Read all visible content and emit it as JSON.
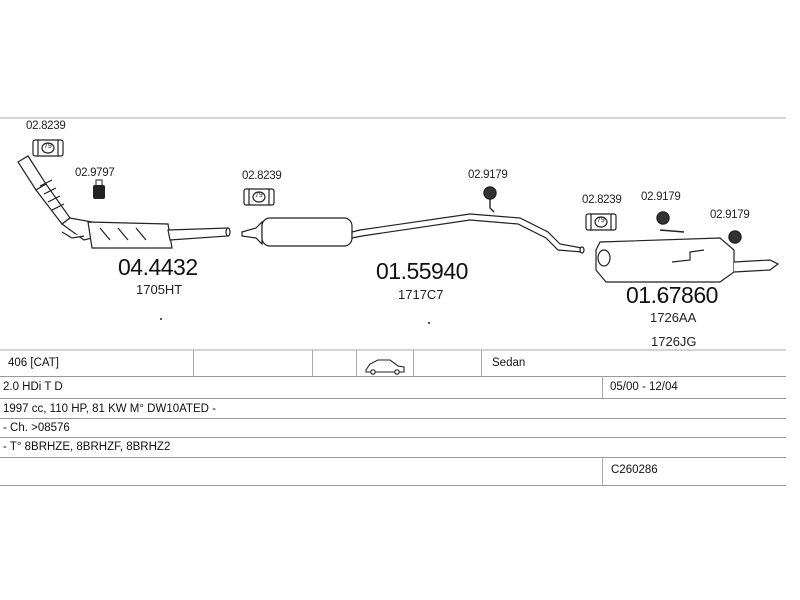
{
  "parts": {
    "clamp_1": "02.8239",
    "clamp_1_badge": "79",
    "hanger_1": "02.9797",
    "catalyst": "04.4432",
    "catalyst_sub": "1705HT",
    "clamp_2": "02.8239",
    "clamp_2_badge": "79",
    "middle_silencer": "01.55940",
    "middle_silencer_sub": "1717C7",
    "hanger_2": "02.9179",
    "clamp_3": "02.8239",
    "clamp_3_badge": "79",
    "hanger_3": "02.9179",
    "hanger_4": "02.9179",
    "rear_silencer": "01.67860",
    "rear_silencer_sub_1": "1726AA",
    "rear_silencer_sub_2": "1726JG"
  },
  "vehicle": {
    "model": "406  [CAT]",
    "body": "Sedan",
    "engine": "2.0 HDi T D",
    "years": "05/00 - 12/04",
    "specs": "1997 cc, 110 HP, 81 KW M° DW10ATED -",
    "chassis": "- Ch. >08576",
    "type_codes": "- T° 8BRHZE, 8BRHZF, 8BRHZ2",
    "code": "C260286"
  }
}
